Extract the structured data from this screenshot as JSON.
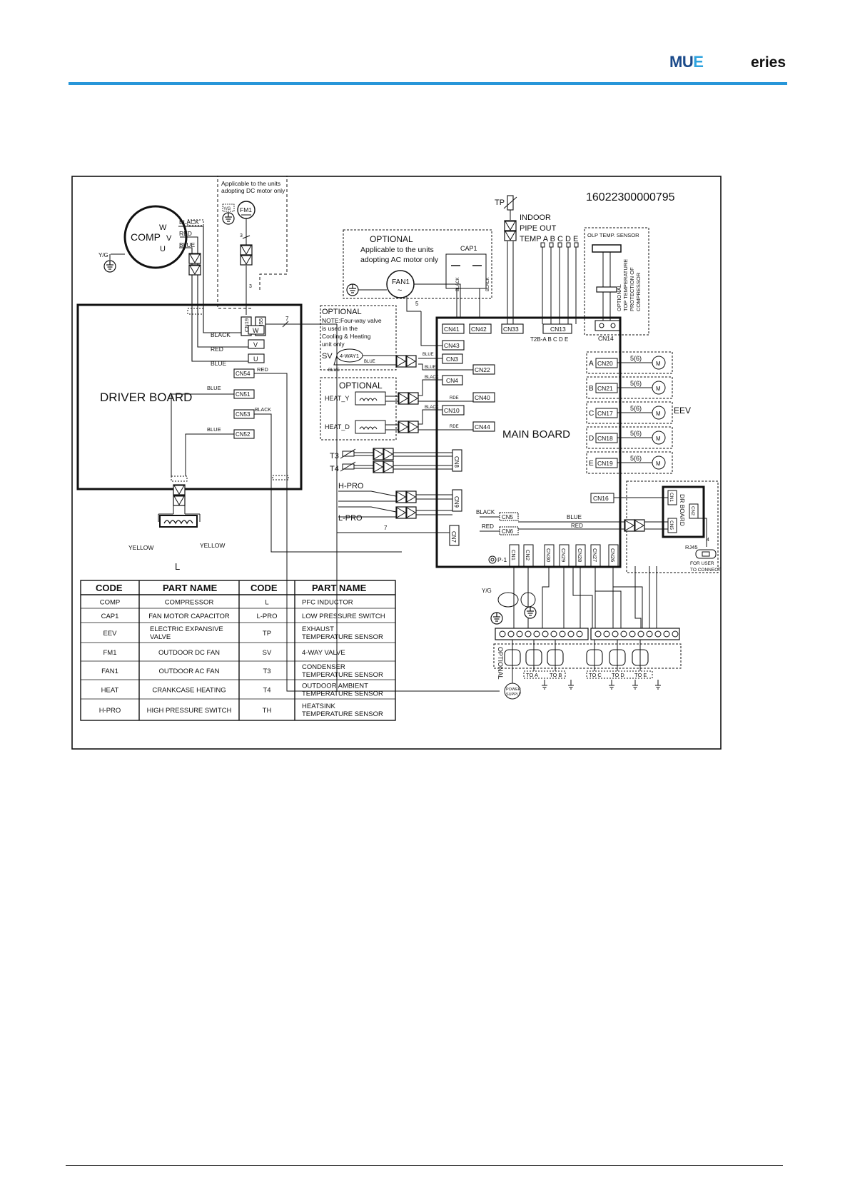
{
  "header": {
    "brand_mu": "MU",
    "brand_e": "E",
    "series": "eries",
    "accent": "#2796d9"
  },
  "diagram": {
    "drawing_number": "16022300000795",
    "driver_board": "DRIVER BOARD",
    "main_board": "MAIN  BOARD",
    "comp": {
      "label": "COMP",
      "w": "W",
      "v": "V",
      "u": "U",
      "yg": "Y/G",
      "black": "BLACK",
      "red": "RED",
      "blue": "BLUE"
    },
    "dc_note": [
      "Applicable to the units",
      "adopting DC  motor only"
    ],
    "fm1": "FM1",
    "yg_small": "Y/G",
    "optional_ac": {
      "title": "OPTIONAL",
      "line1": "Applicable to the units",
      "line2": "adopting AC  motor only",
      "cap1": "CAP1",
      "fan1": "FAN1",
      "tilde": "~",
      "black": "BLACK",
      "black2": "BLACK"
    },
    "tp_label": "TP",
    "indoor": [
      "INDOOR",
      "PIPE OUT",
      "TEMP A  B C D E"
    ],
    "t2b": "T2B-A  B  C  D E",
    "olp_label": "OLP TEMP. SENSOR",
    "olp_vertical": [
      "OPTIONAL",
      "TOP TEMPERATURE",
      "PROTECTION OF",
      "COMPRESSOR"
    ],
    "sv_note": {
      "title": "OPTIONAL",
      "l1": "NOTE:Four-way valve",
      "l2": " is used in the",
      "l3": "Cooling  & Heating",
      "l4": "unit only",
      "sv": "SV",
      "valve": "4-WAY1"
    },
    "heat": {
      "title": "OPTIONAL",
      "heat_y": "HEAT_Y",
      "heat_d": "HEAT_D"
    },
    "t3": "T3",
    "t4": "T4",
    "hpro": "H-PRO",
    "lpro": "L-PRO",
    "eev": "EEV",
    "eev_rows": [
      {
        "letter": "A",
        "cn": "CN20",
        "wires": "5(6)",
        "m": "M"
      },
      {
        "letter": "B",
        "cn": "CN21",
        "wires": "5(6)",
        "m": "M"
      },
      {
        "letter": "C",
        "cn": "CN17",
        "wires": "5(6)",
        "m": "M"
      },
      {
        "letter": "D",
        "cn": "CN18",
        "wires": "5(6)",
        "m": "M"
      },
      {
        "letter": "E",
        "cn": "CN19",
        "wires": "5(6)",
        "m": "M"
      }
    ],
    "drivers_cn": {
      "u": "U",
      "v": "V",
      "w": "W",
      "cn54": "CN54",
      "cn51": "CN51",
      "cn53": "CN53",
      "cn52": "CN52",
      "cn19": "CN19",
      "cn55": "CN55"
    },
    "wire_words": {
      "black": "BLACK",
      "red": "RED",
      "blue": "BLUE",
      "rde": "RDE",
      "yellow": "YELLOW",
      "seven": "7",
      "five": "5",
      "three": "3",
      "four": "4"
    },
    "main_cn": {
      "cn41": "CN41",
      "cn42": "CN42",
      "cn33": "CN33",
      "cn13": "CN13",
      "cn14": "CN14",
      "cn43": "CN43",
      "cn3": "CN3",
      "cn22": "CN22",
      "cn4": "CN4",
      "cn40": "CN40",
      "cn10": "CN10",
      "cn44": "CN44",
      "cn8": "CN8",
      "cn9": "CN9",
      "cn7": "CN7",
      "cn5": "CN5",
      "cn6": "CN6",
      "cn16": "CN16",
      "cn1": "CN1",
      "cn2": "CN2",
      "cn30": "CN30",
      "cn29": "CN29",
      "cn28": "CN28",
      "cn27": "CN27",
      "cn26": "CN26",
      "p1": "P-1"
    },
    "dr_board": {
      "label": "DR BOARD",
      "cn1": "CN1",
      "cn2": "CN2",
      "cn5": "CN5",
      "rj45": "RJ45",
      "for_user": "FOR  USER",
      "to_connect": "TO CONNECT"
    },
    "inductor": "L",
    "optional_vertical": "OPTIONAL",
    "power_supply": [
      "POWER",
      "SUPPLY"
    ],
    "to_labels": [
      "TO  A",
      "TO  B",
      "TO  C",
      "TO  D",
      "TO  E"
    ],
    "legend": {
      "headers": [
        "CODE",
        "PART NAME",
        "CODE",
        "PART NAME"
      ],
      "rows": [
        [
          "COMP",
          "COMPRESSOR",
          "L",
          "PFC INDUCTOR"
        ],
        [
          "CAP1",
          "FAN MOTOR CAPACITOR",
          "L-PRO",
          "LOW PRESSURE SWITCH"
        ],
        [
          "EEV",
          "ELECTRIC EXPANSIVE|VALVE",
          "TP",
          "EXHAUST|TEMPERATURE SENSOR"
        ],
        [
          "FM1",
          "OUTDOOR DC  FAN",
          "SV",
          "4-WAY VALVE"
        ],
        [
          "FAN1",
          "OUTDOOR AC FAN",
          "T3",
          "CONDENSER|TEMPERATURE SENSOR"
        ],
        [
          "HEAT",
          "CRANKCASE HEATING",
          "T4",
          "OUTDOOR AMBIENT|TEMPERATURE SENSOR"
        ],
        [
          "H-PRO",
          "HIGH PRESSURE SWITCH",
          "TH",
          "HEATSINK|TEMPERATURE SENSOR"
        ]
      ]
    }
  }
}
